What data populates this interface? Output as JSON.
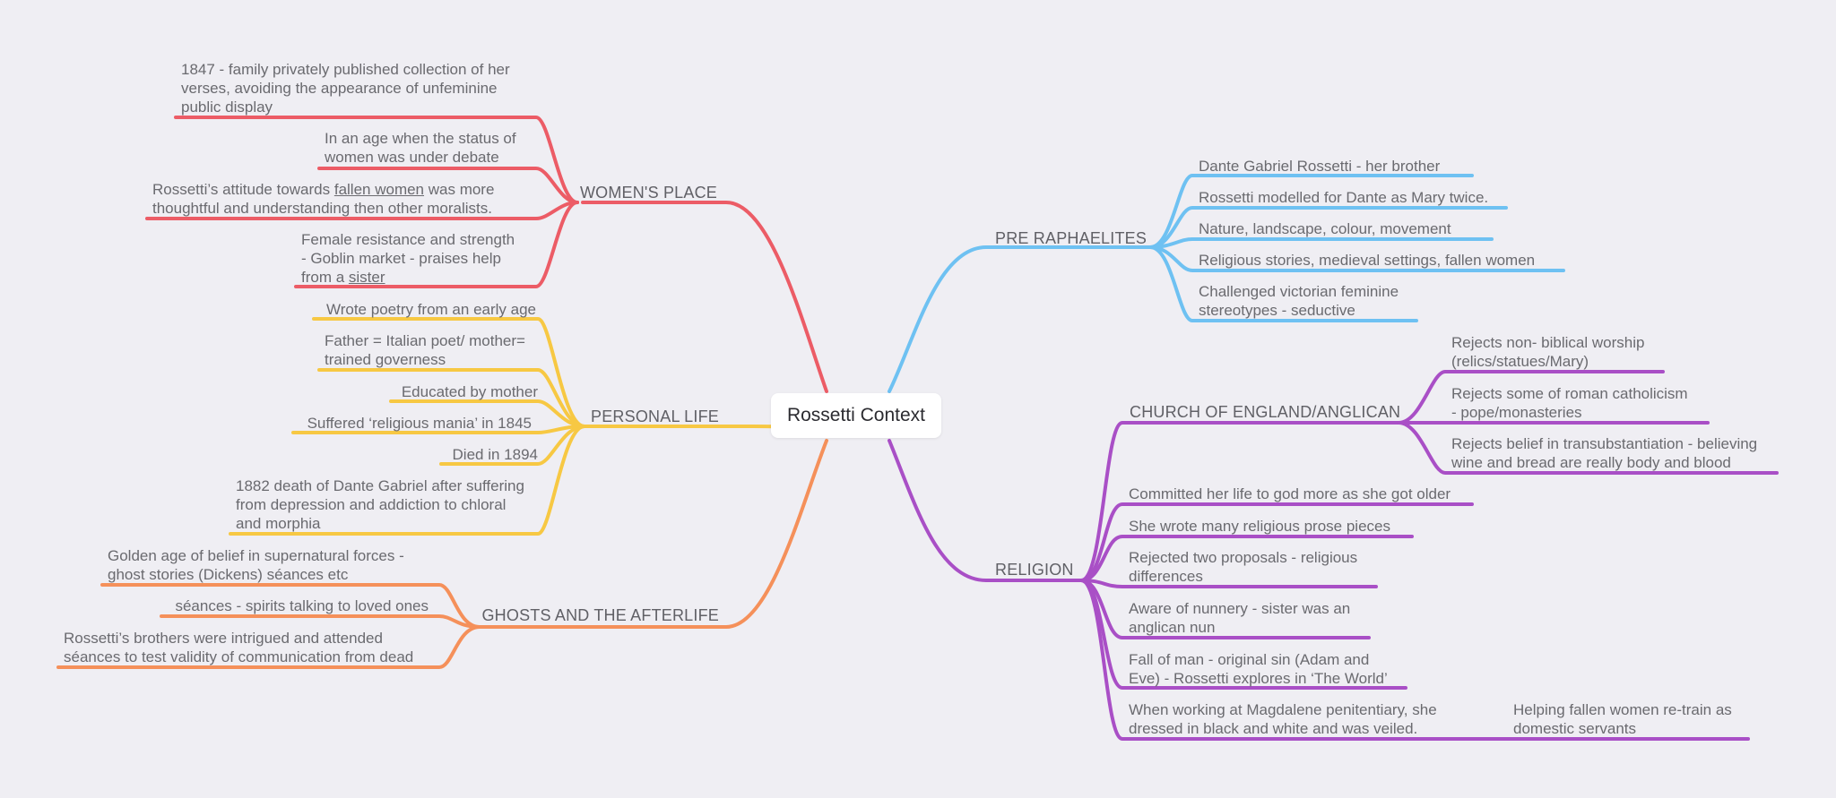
{
  "root": {
    "label": "Rossetti Context"
  },
  "colors": {
    "womens_place": "#ec5c66",
    "personal_life": "#f7c843",
    "ghosts": "#f5905a",
    "pre_raphaelites": "#6ec1f2",
    "religion": "#a94fc6"
  },
  "womens_place": {
    "label": "WOMEN'S PLACE",
    "leaves": [
      {
        "lines": [
          "1847 - family privately published collection of her",
          "verses, avoiding the appearance of unfeminine",
          "public display"
        ]
      },
      {
        "lines": [
          "In an age when the status of",
          "women was under debate"
        ]
      },
      {
        "lines": [
          "Rossetti’s attitude towards ",
          "fallen women",
          " was more",
          "thoughtful and understanding then other moralists."
        ]
      },
      {
        "lines": [
          "Female resistance and strength",
          "- Goblin market - praises help",
          "from a ",
          "sister"
        ]
      }
    ]
  },
  "personal_life": {
    "label": "PERSONAL LIFE",
    "leaves": [
      {
        "lines": [
          "Wrote poetry from an early age"
        ]
      },
      {
        "lines": [
          "Father = Italian poet/ mother=",
          "trained governess"
        ]
      },
      {
        "lines": [
          "Educated by mother"
        ]
      },
      {
        "lines": [
          "Suffered ‘religious mania’ in 1845"
        ]
      },
      {
        "lines": [
          "Died in 1894"
        ]
      },
      {
        "lines": [
          "1882 death of Dante Gabriel after suffering",
          "from depression and addiction to chloral",
          "and morphia"
        ]
      }
    ]
  },
  "ghosts": {
    "label": "GHOSTS AND THE AFTERLIFE",
    "leaves": [
      {
        "lines": [
          "Golden age of belief in supernatural forces -",
          "ghost stories (Dickens) séances etc"
        ]
      },
      {
        "lines": [
          "séances - spirits talking to loved ones"
        ]
      },
      {
        "lines": [
          "Rossetti’s brothers were intrigued and attended",
          "séances to test validity of communication from dead"
        ]
      }
    ]
  },
  "pre_raphaelites": {
    "label": "PRE RAPHAELITES",
    "leaves": [
      {
        "lines": [
          "Dante Gabriel Rossetti - her brother"
        ]
      },
      {
        "lines": [
          "Rossetti modelled for Dante as Mary twice."
        ]
      },
      {
        "lines": [
          "Nature, landscape, colour, movement"
        ]
      },
      {
        "lines": [
          "Religious stories, medieval settings, fallen women"
        ]
      },
      {
        "lines": [
          "Challenged victorian feminine",
          "stereotypes - seductive"
        ]
      }
    ]
  },
  "religion": {
    "label": "RELIGION",
    "church": {
      "label": "CHURCH OF ENGLAND/ANGLICAN",
      "leaves": [
        {
          "lines": [
            "Rejects non- biblical worship",
            "(relics/statues/Mary)"
          ]
        },
        {
          "lines": [
            "Rejects some of roman catholicism",
            "- pope/monasteries"
          ]
        },
        {
          "lines": [
            "Rejects belief in transubstantiation - believing",
            "wine and bread are really body and blood"
          ]
        }
      ]
    },
    "leaves": [
      {
        "lines": [
          "Committed her life to god more as she got older"
        ]
      },
      {
        "lines": [
          "She wrote many religious prose pieces"
        ]
      },
      {
        "lines": [
          "Rejected two proposals - religious",
          "differences"
        ]
      },
      {
        "lines": [
          "Aware of nunnery - sister was an",
          "anglican nun"
        ]
      },
      {
        "lines": [
          "Fall of man - original sin (Adam and",
          "Eve) - Rossetti explores in ‘The World’"
        ]
      },
      {
        "lines": [
          "When working at Magdalene penitentiary, she",
          "dressed in black and white and was veiled."
        ]
      }
    ],
    "magdalene_child": {
      "lines": [
        "Helping fallen women re-train as",
        "domestic servants"
      ]
    }
  }
}
